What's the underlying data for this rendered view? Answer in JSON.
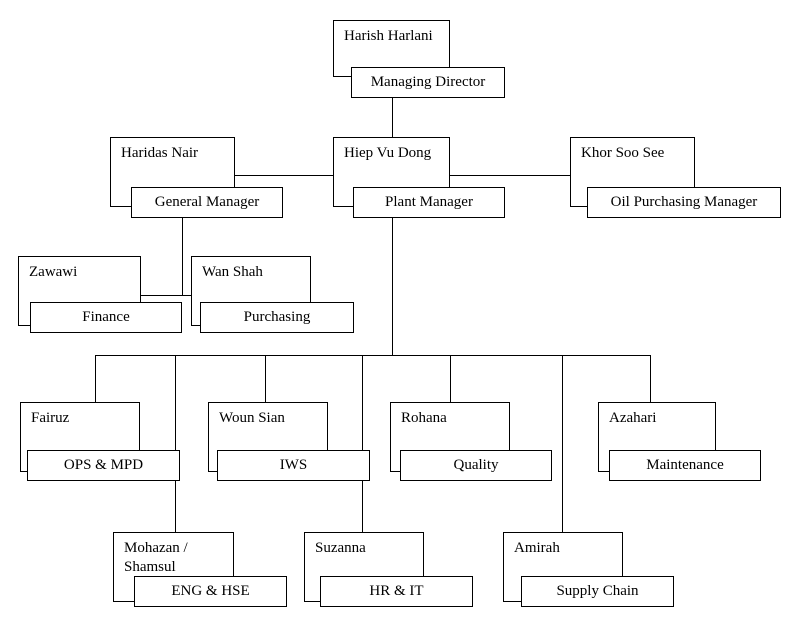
{
  "document": {
    "title": "Organization Chart",
    "type": "hierarchical-org-chart",
    "background_color": "#ffffff",
    "line_color": "#000000",
    "text_color": "#000000"
  },
  "nodes": [
    {
      "id": "managing-director",
      "person": "Harish Harlani",
      "title": "Managing Director",
      "level": 1
    },
    {
      "id": "general-manager",
      "person": "Haridas Nair",
      "title": "General Manager",
      "level": 2
    },
    {
      "id": "plant-manager",
      "person": "Hiep Vu Dong",
      "title": "Plant Manager",
      "level": 2
    },
    {
      "id": "oil-purchasing-manager",
      "person": "Khor Soo See",
      "title": "Oil Purchasing Manager",
      "level": 2
    },
    {
      "id": "finance",
      "person": "Zawawi",
      "title": "Finance",
      "level": 3
    },
    {
      "id": "purchasing",
      "person": "Wan Shah",
      "title": "Purchasing",
      "level": 3
    },
    {
      "id": "ops-mpd",
      "person": "Fairuz",
      "title": "OPS & MPD",
      "level": 4
    },
    {
      "id": "iws",
      "person": "Woun Sian",
      "title": "IWS",
      "level": 4
    },
    {
      "id": "quality",
      "person": "Rohana",
      "title": "Quality",
      "level": 4
    },
    {
      "id": "maintenance",
      "person": "Azahari",
      "title": "Maintenance",
      "level": 4
    },
    {
      "id": "eng-hse",
      "person": "Mohazan /\nShamsul",
      "title": "ENG & HSE",
      "level": 5
    },
    {
      "id": "hr-it",
      "person": "Suzanna",
      "title": "HR & IT",
      "level": 5
    },
    {
      "id": "supply-chain",
      "person": "Amirah",
      "title": "Supply Chain",
      "level": 5
    }
  ]
}
